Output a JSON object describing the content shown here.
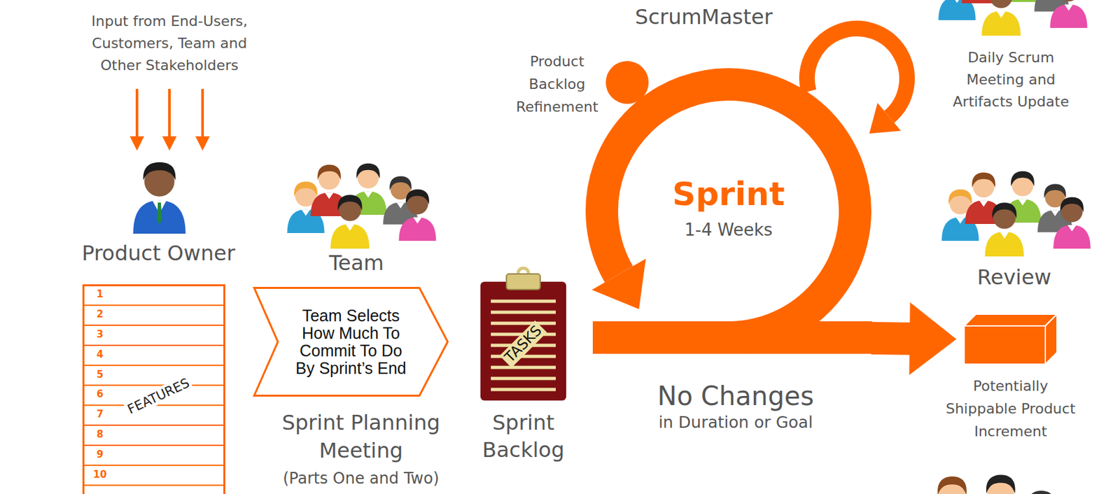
{
  "diagram": {
    "nodes": [
      {
        "text": [
          "FEATURES"
        ]
      },
      {
        "text": [
          "Team Selects How Much To Commit To Do By Sprint’s End"
        ]
      },
      {
        "text": [
          "TASKS",
          "Sprint Backlog"
        ]
      },
      {
        "text": [
          "Sprint",
          "1-4 Weeks"
        ]
      },
      {
        "text": [
          "Potentially Shippable Product Increment"
        ]
      }
    ],
    "edges": [
      {
        "from": 3,
        "to": 4,
        "arrow": "to"
      }
    ],
    "labels": [
      "Input from End-Users, Customers, Team and Other Stakeholders",
      "Product Owner",
      "Team",
      "1",
      "2",
      "3",
      "4",
      "5",
      "6",
      "7",
      "8",
      "9",
      "10",
      "Sprint Planning Meeting",
      "(Parts One and Two)",
      "ScrumMaster",
      "Product Backlog Refinement",
      "Daily Scrum Meeting and Artifacts Update",
      "Review",
      "No Changes",
      "in Duration or Goal"
    ]
  }
}
